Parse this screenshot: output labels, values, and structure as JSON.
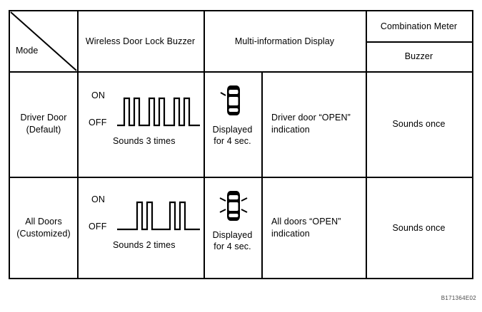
{
  "figure": {
    "code": "B171364E02",
    "accent_color": "#000000",
    "background_color": "#ffffff"
  },
  "table": {
    "corner_label": "Mode",
    "headers": {
      "wireless_buzzer": "Wireless Door Lock Buzzer",
      "multi_info_display": "Multi-information Display",
      "combination_meter": "Combination Meter",
      "combination_meter_sub": "Buzzer"
    },
    "rows": [
      {
        "mode": "Driver Door\n(Default)",
        "buzzer": {
          "on_label": "ON",
          "off_label": "OFF",
          "caption": "Sounds 3 times",
          "pulse_groups": 3,
          "pulses_per_group": 2
        },
        "display_icon": {
          "icon": "car-top-view-driver-door-open-icon",
          "caption": "Displayed\nfor 4 sec.",
          "open_doors": [
            "front-left"
          ]
        },
        "display_text": "Driver door “OPEN”\nindication",
        "meter_buzzer": "Sounds once"
      },
      {
        "mode": "All Doors\n(Customized)",
        "buzzer": {
          "on_label": "ON",
          "off_label": "OFF",
          "caption": "Sounds 2 times",
          "pulse_groups": 2,
          "pulses_per_group": 2
        },
        "display_icon": {
          "icon": "car-top-view-all-doors-open-icon",
          "caption": "Displayed\nfor 4 sec.",
          "open_doors": [
            "front-left",
            "rear-left",
            "front-right",
            "rear-right"
          ]
        },
        "display_text": "All doors “OPEN”\nindication",
        "meter_buzzer": "Sounds once"
      }
    ]
  }
}
